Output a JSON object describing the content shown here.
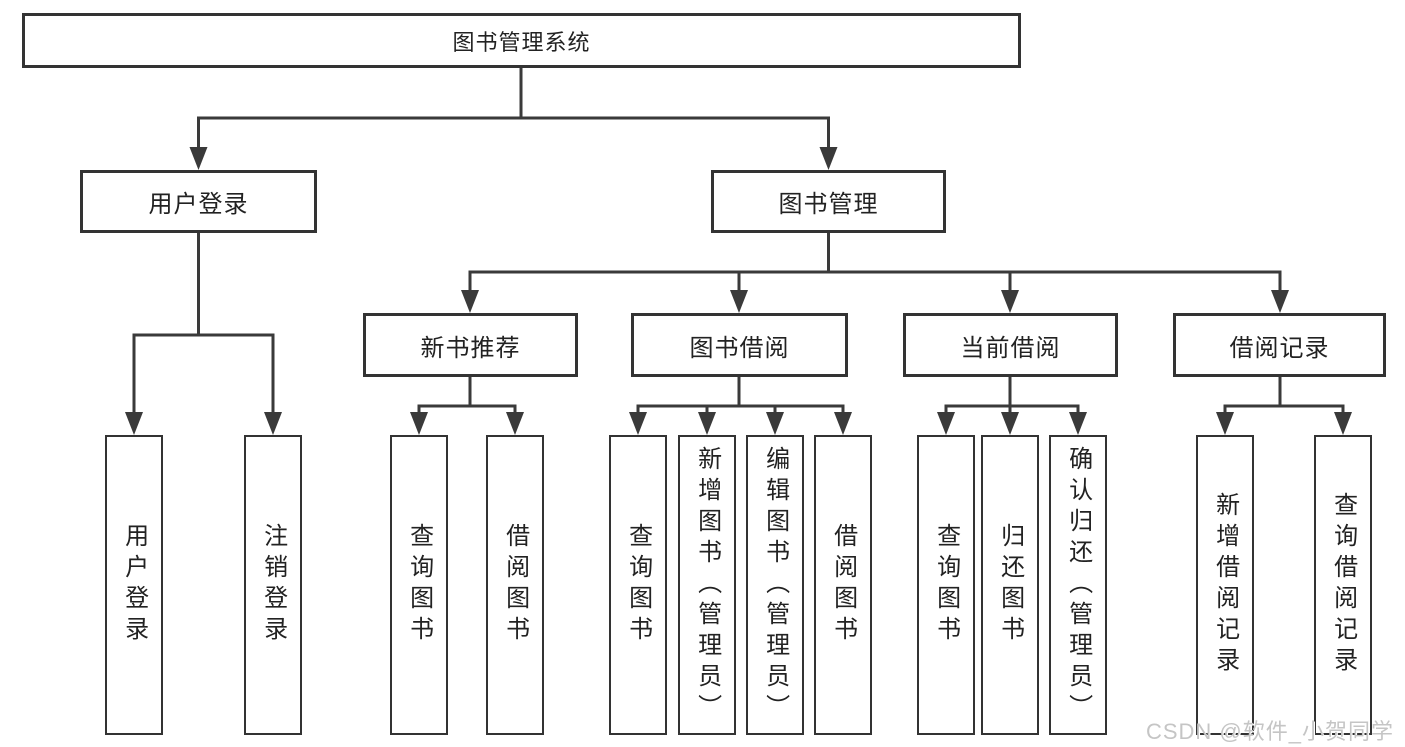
{
  "diagram_title": "图书管理系统",
  "nodes": {
    "root": "图书管理系统",
    "level2": [
      "用户登录",
      "图书管理"
    ],
    "level3": [
      "新书推荐",
      "图书借阅",
      "当前借阅",
      "借阅记录"
    ],
    "leaves": [
      "用户登录",
      "注销登录",
      "查询图书",
      "借阅图书",
      "查询图书",
      "新增图书（管理员）",
      "编辑图书（管理员）",
      "借阅图书",
      "查询图书",
      "归还图书",
      "确认归还（管理员）",
      "新增借阅记录",
      "查询借阅记录"
    ]
  },
  "tree": {
    "图书管理系统": {
      "用户登录": [
        "用户登录",
        "注销登录"
      ],
      "图书管理": {
        "新书推荐": [
          "查询图书",
          "借阅图书"
        ],
        "图书借阅": [
          "查询图书",
          "新增图书（管理员）",
          "编辑图书（管理员）",
          "借阅图书"
        ],
        "当前借阅": [
          "查询图书",
          "归还图书",
          "确认归还（管理员）"
        ],
        "借阅记录": [
          "新增借阅记录",
          "查询借阅记录"
        ]
      }
    }
  },
  "watermark": "CSDN @软件_小贺同学",
  "colors": {
    "line": "#3a3a3a",
    "box_border": "#333333",
    "text": "#222222",
    "background": "#ffffff",
    "watermark": "#c5c5c5"
  }
}
